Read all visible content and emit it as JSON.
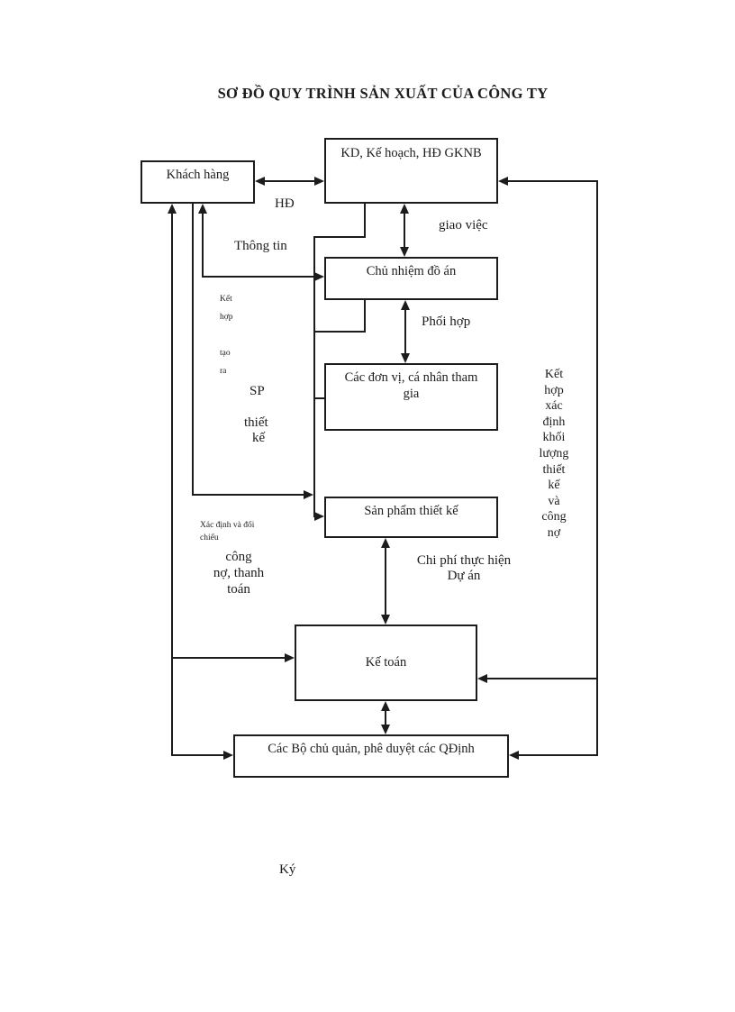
{
  "page": {
    "title": "SƠ ĐỒ QUY TRÌNH SẢN XUẤT CỦA CÔNG TY"
  },
  "boxes": {
    "khach_hang": "Khách hàng",
    "kd_ke_hoach": "KD, Kế hoạch,  HĐ GKNB",
    "chu_nhiem": "Chủ nhiệm đồ án",
    "don_vi": "Các đơn vị, cá nhân tham gia",
    "san_pham": "Sản phẩm thiết kế",
    "ke_toan": "Kế toán",
    "bo_chu_quan": "Các Bộ chủ quản, phê duyệt các QĐịnh"
  },
  "labels": {
    "hd": "HĐ",
    "giao_viec": "giao việc",
    "thong_tin": "Thông tin",
    "ket": "Kết",
    "hop": "hợp",
    "tao": "tạo",
    "ra": "ra",
    "sp": "SP",
    "thiet": "thiết",
    "ke": "kế",
    "phoi_hop": "Phối hợp",
    "right_note": "Kết\nhợp\nxác\nđịnh\nkhối\nlượng\nthiết\nkế\nvà\ncông\nnợ",
    "xac_dinh_doi_chieu": "Xác định và đối\nchiếu",
    "cong_no_thanh_toan": "công\nnợ, thanh\ntoán",
    "chi_phi_thuc_hien": "Chi phí thực hiện\nDự án",
    "ky": "Ký"
  },
  "colors": {
    "ink": "#1c1c1c",
    "paper": "#ffffff"
  }
}
